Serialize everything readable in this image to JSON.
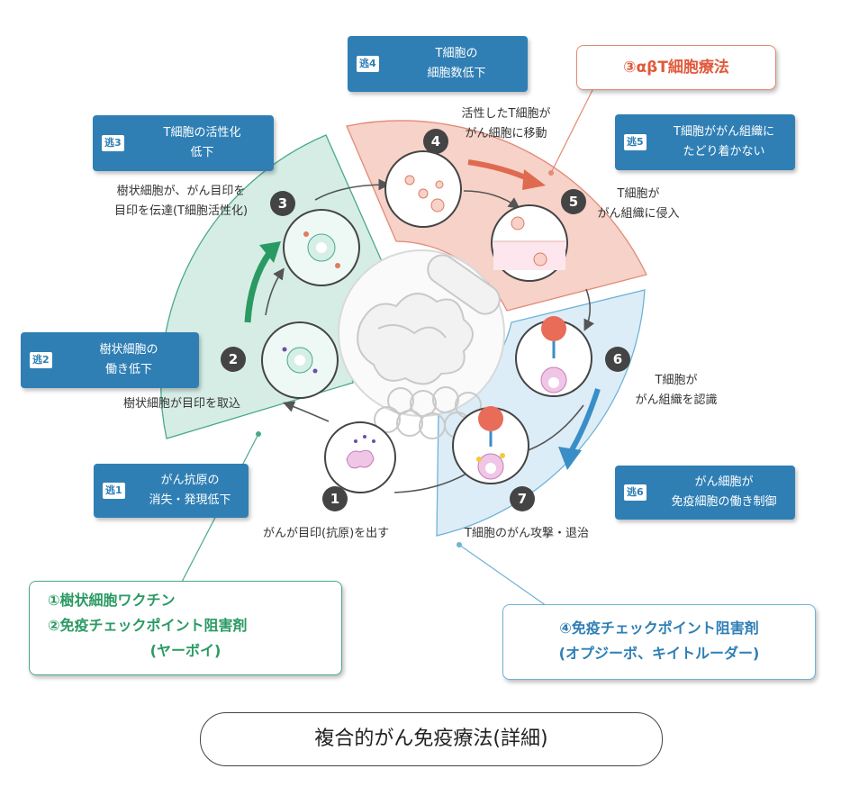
{
  "escapes": [
    {
      "tag": "逃1",
      "lines": [
        "がん抗原の",
        "消失・発現低下"
      ]
    },
    {
      "tag": "逃2",
      "lines": [
        "樹状細胞の",
        "働き低下"
      ]
    },
    {
      "tag": "逃3",
      "lines": [
        "T細胞の活性化",
        "低下"
      ]
    },
    {
      "tag": "逃4",
      "lines": [
        "T細胞の",
        "細胞数低下"
      ]
    },
    {
      "tag": "逃5",
      "lines": [
        "T細胞ががん組織に",
        "たどり着かない"
      ]
    },
    {
      "tag": "逃6",
      "lines": [
        "がん細胞が",
        "免疫細胞の働き制御"
      ]
    }
  ],
  "steps": [
    {
      "num": "1",
      "label": [
        "がんが目印(抗原)を出す"
      ]
    },
    {
      "num": "2",
      "label": [
        "樹状細胞が目印を取込"
      ]
    },
    {
      "num": "3",
      "label": [
        "樹状細胞が、がん目印を",
        "目印を伝達(T細胞活性化)"
      ]
    },
    {
      "num": "4",
      "label": [
        "活性したT細胞が",
        "がん細胞に移動"
      ]
    },
    {
      "num": "5",
      "label": [
        "T細胞が",
        "がん組織に侵入"
      ]
    },
    {
      "num": "6",
      "label": [
        "T細胞が",
        "がん組織を認識"
      ]
    },
    {
      "num": "7",
      "label": [
        "T細胞のがん攻撃・退治"
      ]
    }
  ],
  "therapies": {
    "alpha_beta": "③αβT細胞療法",
    "green": [
      "①樹状細胞ワクチン",
      "②免疫チェックポイント阻害剤",
      "(ヤーボイ)"
    ],
    "blue": [
      "④免疫チェックポイント阻害剤",
      "(オプジーボ、キイトルーダー)"
    ]
  },
  "caption": "複合的がん免疫療法(詳細)",
  "colors": {
    "escape_box": "#2f7fb5",
    "green_sector": "#4aa890",
    "red_sector": "#e28a76",
    "blue_sector": "#6fb3d6",
    "therapy_red_text": "#e05a3c",
    "therapy_green_text": "#2a9a63",
    "therapy_blue_text": "#2f7fb5"
  }
}
